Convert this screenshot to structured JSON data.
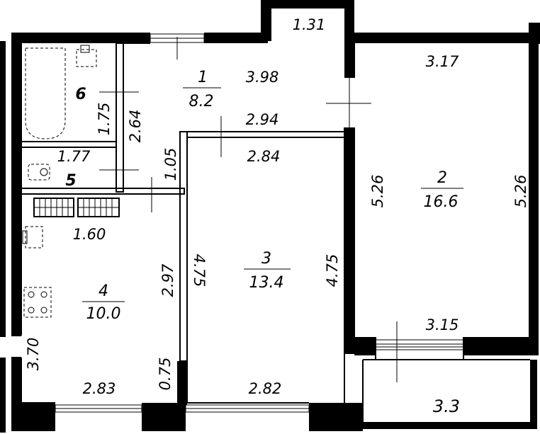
{
  "rooms": [
    {
      "number": "1",
      "area": "8.2"
    },
    {
      "number": "2",
      "area": "16.6"
    },
    {
      "number": "3",
      "area": "13.4"
    },
    {
      "number": "4",
      "area": "10.0"
    },
    {
      "number": "5",
      "area": ""
    },
    {
      "number": "6",
      "area": ""
    },
    {
      "number": "",
      "area": "3.3"
    }
  ],
  "dimensions": {
    "corridor_top": "1.31",
    "hall_width": "3.98",
    "hall_lower_width": "2.94",
    "bath_height": "1.75",
    "hall_height": "2.64",
    "toilet_width": "1.77",
    "toilet_height": "1.05",
    "room3_top": "2.84",
    "room3_left": "4.75",
    "room3_right": "4.75",
    "room3_bottom": "2.82",
    "room2_top": "3.17",
    "room2_left": "5.26",
    "room2_right": "5.26",
    "room2_bottom": "3.15",
    "kitchen_top": "1.60",
    "kitchen_right": "2.97",
    "kitchen_left": "3.70",
    "kitchen_bottom": "2.83",
    "kitchen_pier": "0.75"
  }
}
